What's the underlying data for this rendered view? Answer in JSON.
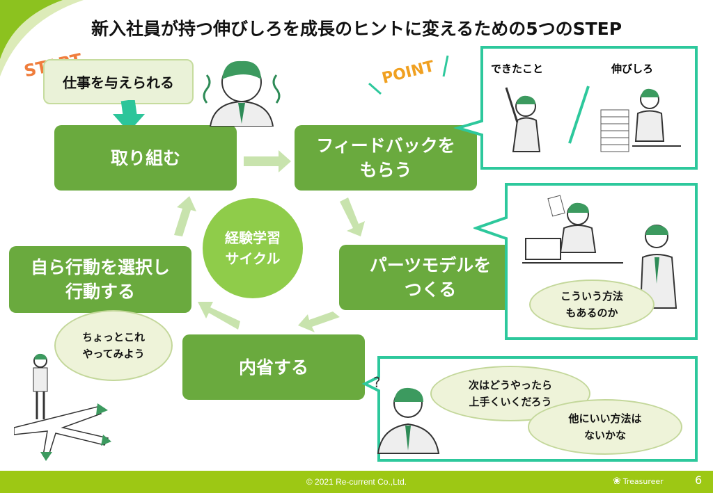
{
  "title": "新入社員が持つ伸びしろを成長のヒントに変えるための5つのSTEP",
  "start_label": "START",
  "start_box": "仕事を与えられる",
  "cycle_center": [
    "経験学習",
    "サイクル"
  ],
  "steps": [
    {
      "lines": [
        "取り組む"
      ]
    },
    {
      "lines": [
        "フィードバックを",
        "もらう"
      ]
    },
    {
      "lines": [
        "パーツモデルを",
        "つくる"
      ]
    },
    {
      "lines": [
        "内省する"
      ]
    },
    {
      "lines": [
        "自ら行動を選択し",
        "行動する"
      ]
    }
  ],
  "point_label": "POINT",
  "point_items": [
    "できたこと",
    "伸びしろ"
  ],
  "bubbles": {
    "try": [
      "ちょっとこれ",
      "やってみよう"
    ],
    "model": [
      "こういう方法",
      "もあるのか"
    ],
    "reflect1": [
      "次はどうやったら",
      "上手くいくだろう"
    ],
    "reflect2": [
      "他にいい方法は",
      "ないかな"
    ]
  },
  "footer": {
    "copyright": "© 2021 Re-current Co.,Ltd.",
    "brand": "Treasureer",
    "page": "6"
  },
  "colors": {
    "step": "#6aaa3e",
    "accent": "#2dc89c",
    "footer": "#9dc814",
    "start": "#ef7d3c"
  }
}
